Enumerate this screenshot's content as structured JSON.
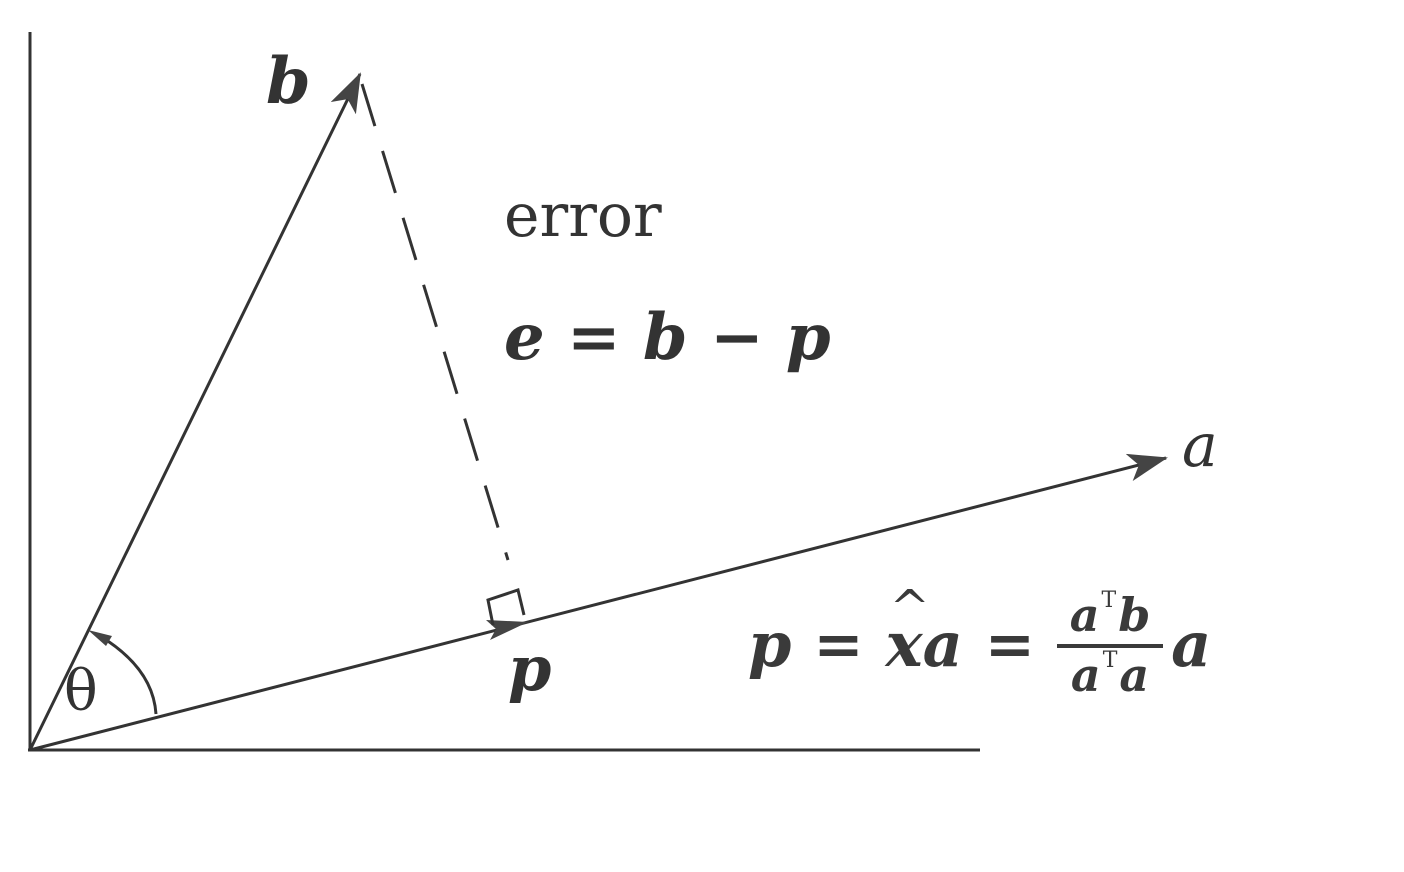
{
  "labels": {
    "b": "b",
    "a": "a",
    "p": "p",
    "theta": "θ",
    "error": "error",
    "error_eq": "e = b − p"
  },
  "formula": {
    "p": "p",
    "eq": "=",
    "xhat": "x",
    "hat": "^",
    "a": "a",
    "frac_num_a": "a",
    "frac_num_T": "T",
    "frac_num_b": "b",
    "frac_den_a1": "a",
    "frac_den_T": "T",
    "frac_den_a2": "a",
    "tail_a": "a"
  },
  "colors": {
    "ink": "#333333",
    "background": "#ffffff"
  }
}
